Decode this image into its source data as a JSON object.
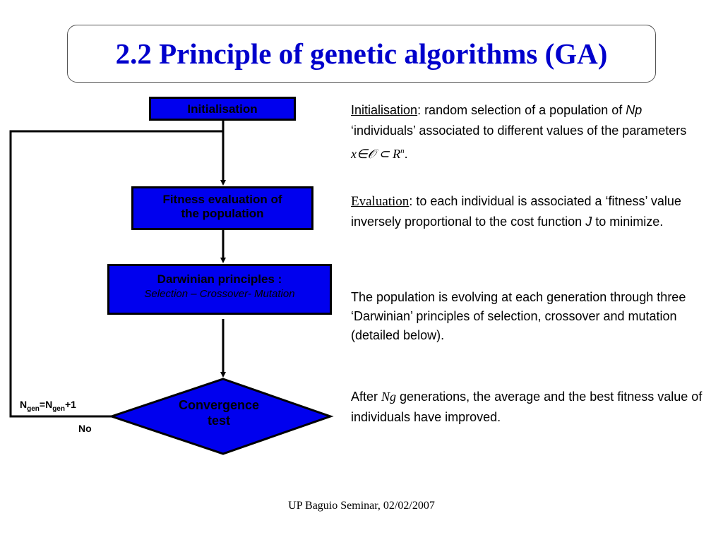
{
  "title": "2.2 Principle of genetic algorithms (GA)",
  "colors": {
    "title": "#0000cc",
    "box_fill": "#0000ee",
    "box_border": "#000000",
    "arrow": "#000000"
  },
  "flowchart": {
    "init_label": "Initialisation",
    "fitness_line1": "Fitness evaluation of",
    "fitness_line2": "the population",
    "darwin_label": "Darwinian principles :",
    "darwin_sub": "Selection – Crossover- Mutation",
    "convergence_line1": "Convergence",
    "convergence_line2": "test",
    "loop_label_n": "N",
    "loop_label_sub": "gen",
    "loop_label_eq": "=N",
    "loop_label_plus": "+1",
    "no_label": "No"
  },
  "descriptions": {
    "init_term": "Initialisation",
    "init_text1": ": random selection of a population of ",
    "init_np": "Np",
    "init_text2": " ‘individuals’ associated to different values of the parameters",
    "init_math": "x∈𝒪 ⊂ R",
    "init_math_sup": "n",
    "init_end": ".",
    "eval_term": "Evaluation",
    "eval_text1": ": to each individual is associated a ‘fitness’ value  inversely proportional to the cost function ",
    "eval_j": "J",
    "eval_text2": " to minimize.",
    "darwin_text": " The population is evolving at each generation through three ‘Darwinian’ principles of selection, crossover and mutation (detailed below).",
    "after_text1": "After ",
    "after_ng": "Ng",
    "after_text2": " generations, the average and the best fitness value of individuals have improved."
  },
  "footer": "UP Baguio Seminar, 02/02/2007"
}
